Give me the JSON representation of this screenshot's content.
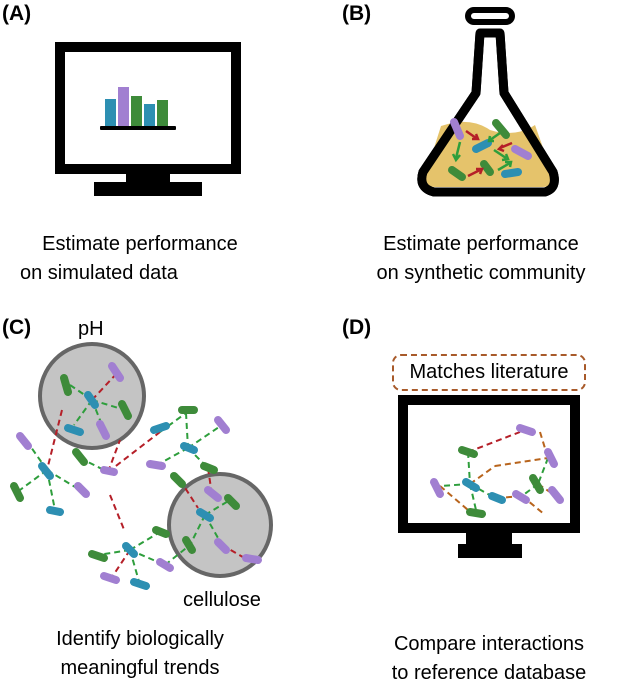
{
  "panels": {
    "a": {
      "label": "(A)",
      "caption_line1": "Estimate performance",
      "caption_line2": "on simulated data"
    },
    "b": {
      "label": "(B)",
      "caption_line1": "Estimate performance",
      "caption_line2": "on synthetic community"
    },
    "c": {
      "label": "(C)",
      "circle1_label": "pH",
      "circle2_label": "cellulose",
      "caption_line1": "Identify biologically",
      "caption_line2": "meaningful trends"
    },
    "d": {
      "label": "(D)",
      "callout": "Matches literature",
      "caption_line1": "Compare interactions",
      "caption_line2": "to reference database"
    }
  },
  "colors": {
    "microbe_purple": "#a17fd1",
    "microbe_blue": "#2d8fb2",
    "microbe_green": "#3e8b3a",
    "edge_green": "#2e9e3c",
    "edge_red": "#b51f28",
    "edge_orange": "#b8641c",
    "flask_medium": "#e5c36b",
    "circle_fill": "#c4c4c4"
  },
  "icons": [
    "monitor-icon",
    "bar-chart-icon",
    "flask-icon",
    "microbe-network-icon"
  ]
}
